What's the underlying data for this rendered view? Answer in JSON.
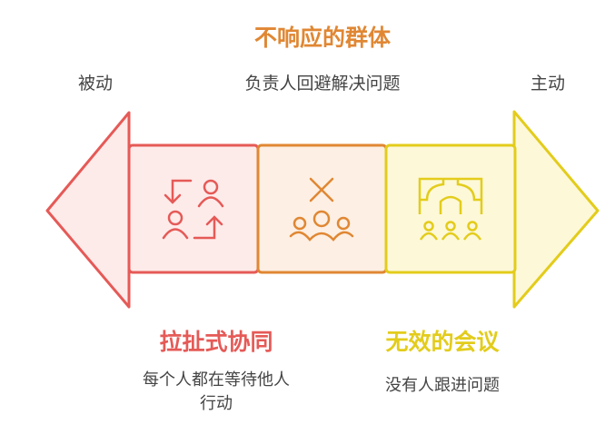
{
  "title": "不响应的群体",
  "axis": {
    "left": "被动",
    "center": "负责人回避解决问题",
    "right": "主动"
  },
  "stages": [
    {
      "heading": "拉扯式协同",
      "desc_lines": [
        "每个人都在等待他人",
        "行动"
      ],
      "icon": "people-swap-icon",
      "color": "#e55a57",
      "fill": "#fdebea"
    },
    {
      "heading": "",
      "desc_lines": [],
      "icon": "group-cross-icon",
      "color": "#e08733",
      "fill": "#fdefe3"
    },
    {
      "heading": "无效的会议",
      "desc_lines": [
        "没有人跟进问题"
      ],
      "icon": "meeting-room-icon",
      "color": "#e3cc1b",
      "fill": "#fdf8d8"
    }
  ]
}
